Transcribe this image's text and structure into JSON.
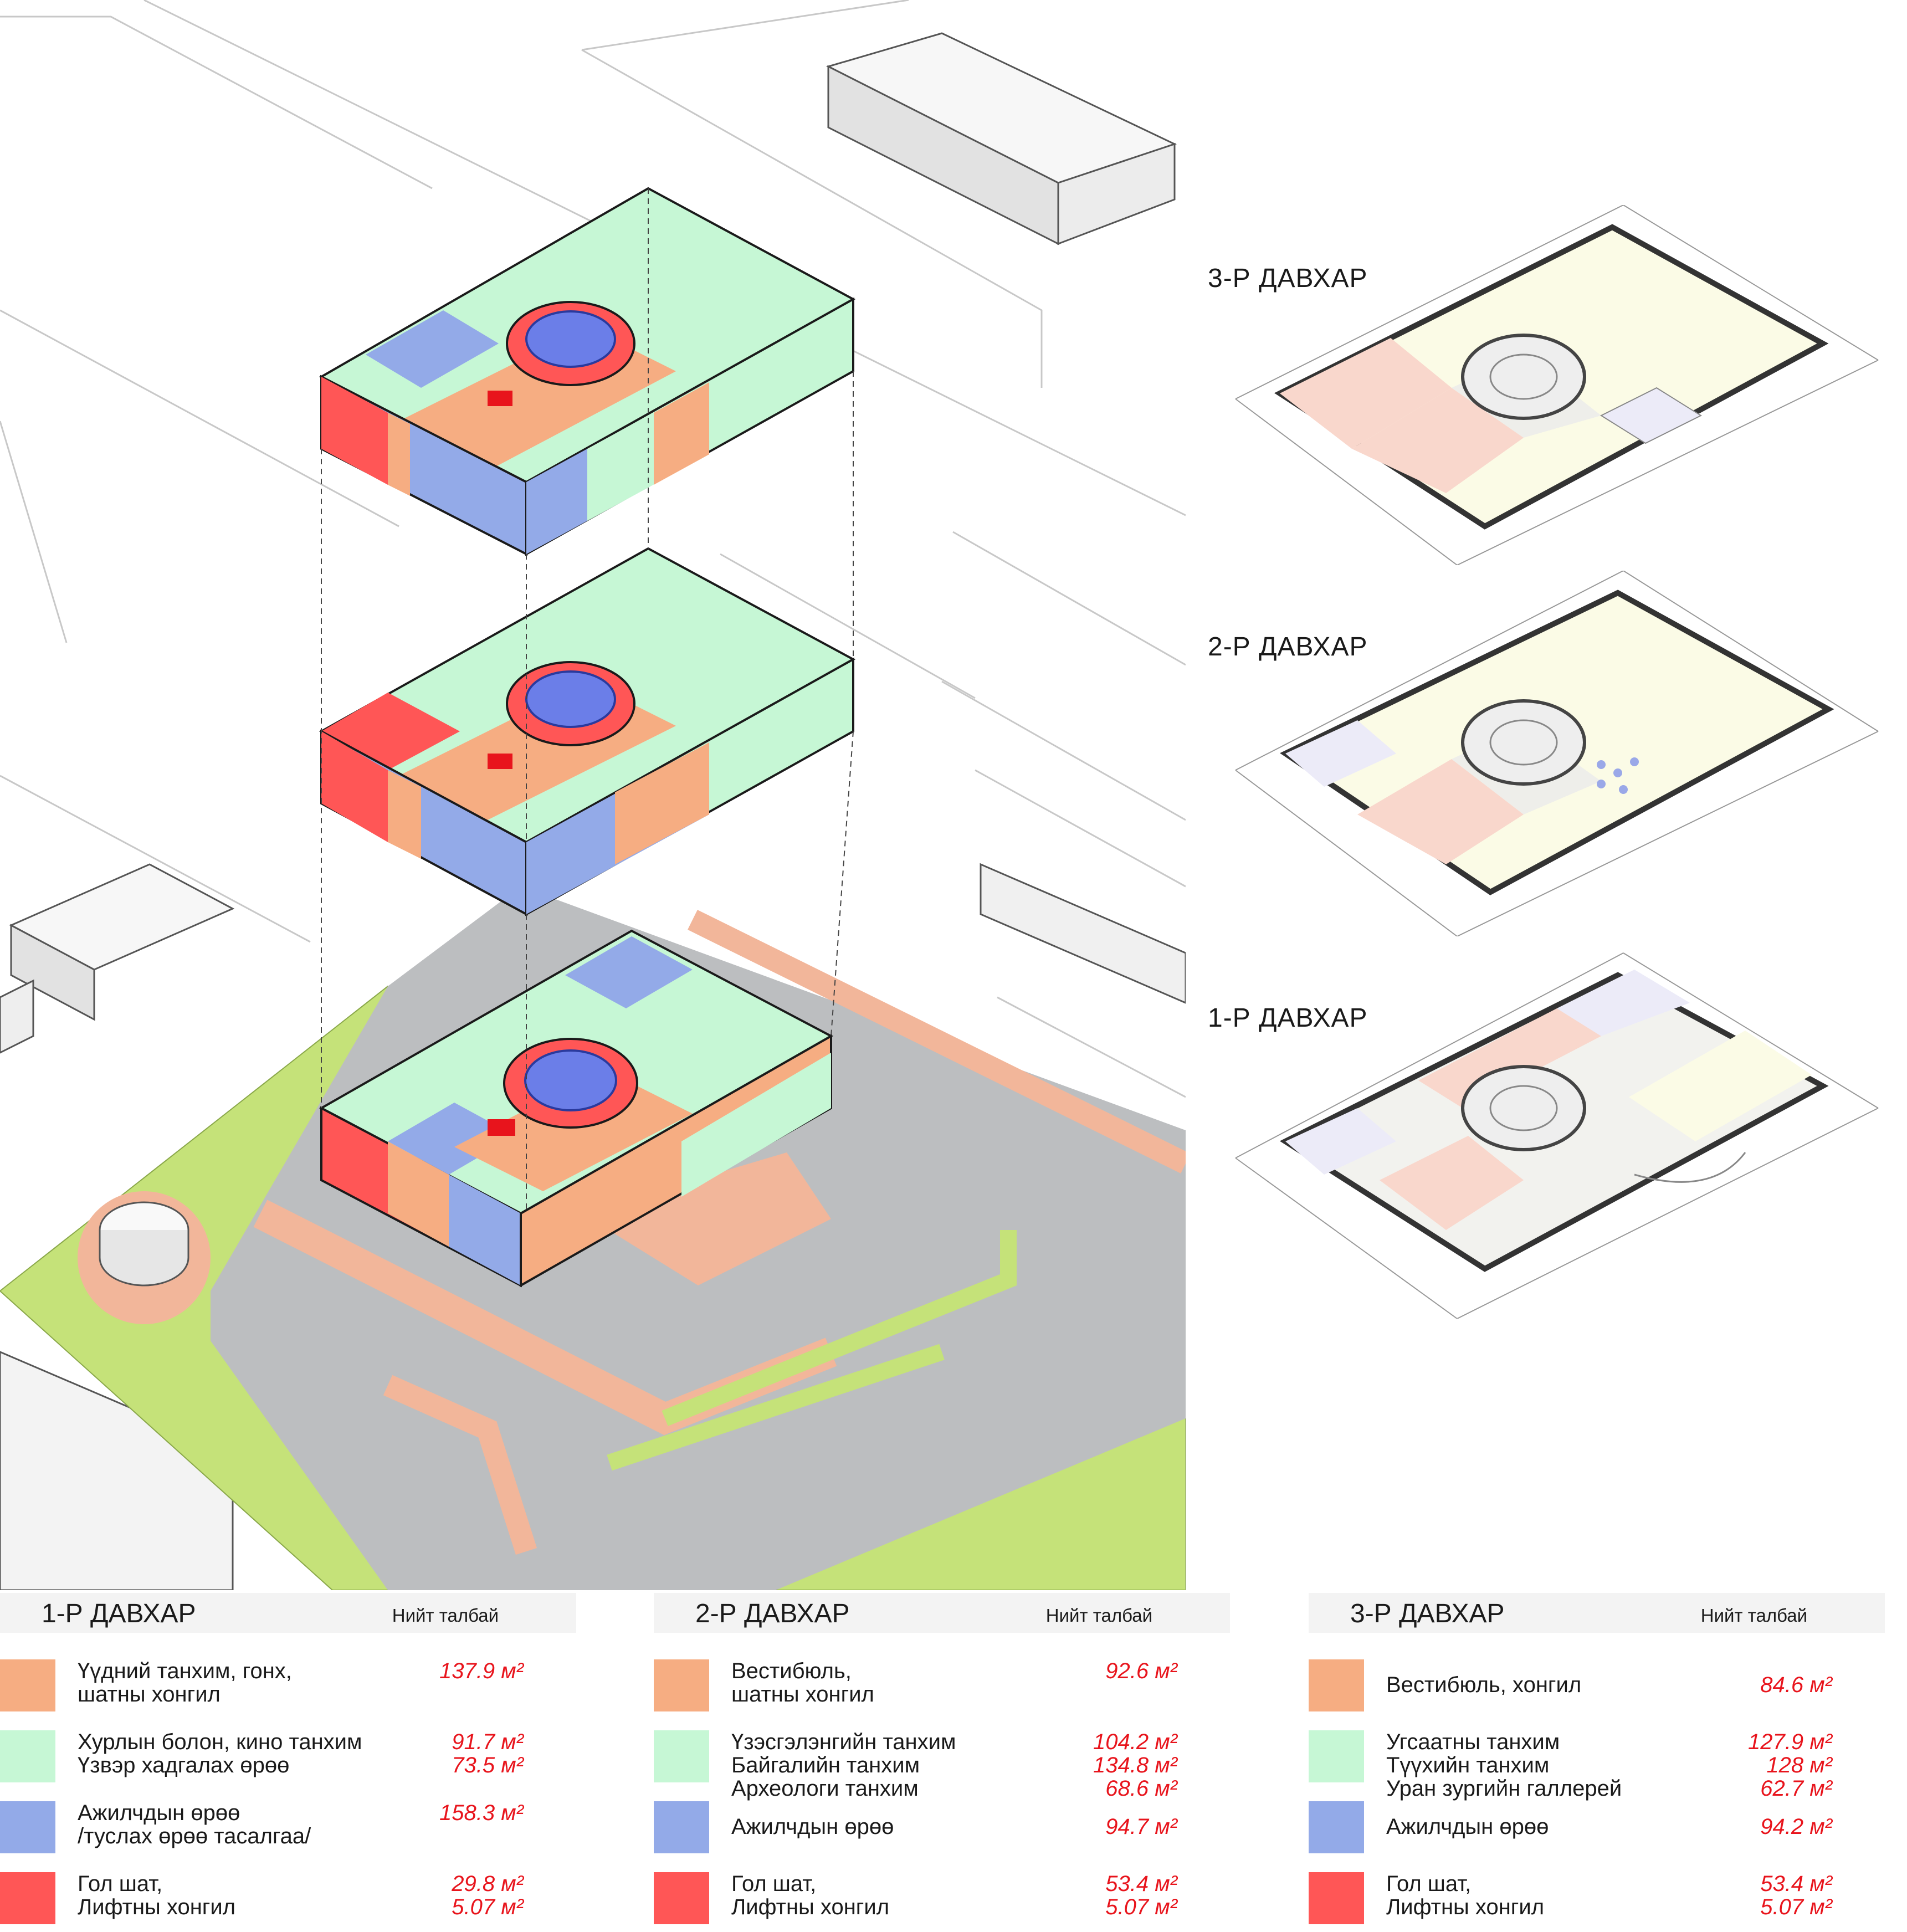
{
  "colors": {
    "orange": "#f6ad82",
    "green": "#c6f7d5",
    "blue": "#93aae8",
    "red": "#ff5656",
    "lawn": "#c5e279",
    "paving": "#bcbec0",
    "path": "#f2b69a"
  },
  "plans": [
    {
      "title": "3-Р ДАВХАР"
    },
    {
      "title": "2-Р ДАВХАР"
    },
    {
      "title": "1-Р ДАВХАР"
    }
  ],
  "legends": [
    {
      "title": "1-Р ДАВХАР",
      "total_label": "Нийт талбай",
      "rows": [
        {
          "color": "orange",
          "labels": [
            "Үүдний танхим, гонх,",
            "шатны хонгил"
          ],
          "values": [
            "137.9 м²"
          ]
        },
        {
          "color": "green",
          "labels": [
            "Хурлын болон, кино танхим",
            "Үзвэр хадгалах өрөө"
          ],
          "values": [
            "91.7 м²",
            "73.5 м²"
          ]
        },
        {
          "color": "blue",
          "labels": [
            "Ажилчдын өрөө",
            "/туслах өрөө тасалгаа/"
          ],
          "values": [
            "158.3 м²"
          ]
        },
        {
          "color": "red",
          "labels": [
            "Гол шат,",
            "Лифтны хонгил"
          ],
          "values": [
            "29.8 м²",
            "5.07 м²"
          ]
        }
      ]
    },
    {
      "title": "2-Р ДАВХАР",
      "total_label": "Нийт талбай",
      "rows": [
        {
          "color": "orange",
          "labels": [
            "Вестибюль,",
            "шатны хонгил"
          ],
          "values": [
            "92.6 м²"
          ]
        },
        {
          "color": "green",
          "labels": [
            "Үзэсгэлэнгийн танхим",
            "Байгалийн танхим",
            "Археологи танхим"
          ],
          "values": [
            "104.2 м²",
            "134.8 м²",
            "68.6 м²"
          ]
        },
        {
          "color": "blue",
          "labels": [
            "Ажилчдын өрөө"
          ],
          "values": [
            "94.7 м²"
          ]
        },
        {
          "color": "red",
          "labels": [
            "Гол шат,",
            "Лифтны хонгил"
          ],
          "values": [
            "53.4 м²",
            "5.07 м²"
          ]
        }
      ]
    },
    {
      "title": "3-Р ДАВХАР",
      "total_label": "Нийт талбай",
      "rows": [
        {
          "color": "orange",
          "labels": [
            "Вестибюль, хонгил"
          ],
          "values": [
            "84.6 м²"
          ]
        },
        {
          "color": "green",
          "labels": [
            "Угсаатны танхим",
            "Түүхийн танхим",
            "Уран зургийн галлерей"
          ],
          "values": [
            "127.9 м²",
            "128 м²",
            "62.7 м²"
          ]
        },
        {
          "color": "blue",
          "labels": [
            "Ажилчдын өрөө"
          ],
          "values": [
            "94.2 м²"
          ]
        },
        {
          "color": "red",
          "labels": [
            "Гол шат,",
            "Лифтны хонгил"
          ],
          "values": [
            "53.4 м²",
            "5.07 м²"
          ]
        }
      ]
    }
  ]
}
